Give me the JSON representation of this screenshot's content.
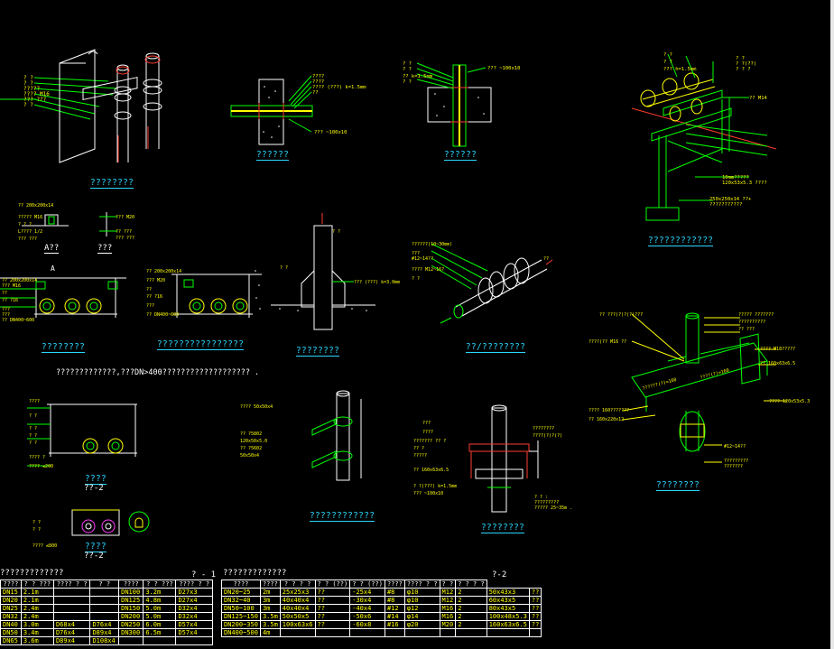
{
  "captions": {
    "top_left": "????????",
    "wall_penetration": "??????",
    "floor_penetration": "??????",
    "green_support": "????????????",
    "detail_a": "A??",
    "detail_b": "???",
    "support_row_1": "????????",
    "support_row_2": "????????????????",
    "vertical_pipe": "????????",
    "insulation": "??/????????",
    "base_support": "????????",
    "note_dn400": "?????????????,???DN>400??????????????????? .",
    "type_1": "????",
    "type_1_sub": "??-2",
    "bracket_vertical": "????????????",
    "frame_support": "????????",
    "type_2": "????",
    "type_2_sub": "??-2"
  },
  "table_left": {
    "title": "?????????????",
    "tag": "? - 1",
    "headers": [
      "????",
      "? ?\n???",
      "????\n? ?",
      "? ?",
      "????",
      "? ?\n???",
      "????\n? ?"
    ],
    "rows": [
      [
        "DN15",
        "2.1m",
        "",
        "",
        "DN100",
        "3.2m",
        "D27x3"
      ],
      [
        "DN20",
        "2.1m",
        "",
        "",
        "DN125",
        "4.8m",
        "D27x4"
      ],
      [
        "DN25",
        "2.4m",
        "",
        "",
        "DN150",
        "5.0m",
        "D32x4"
      ],
      [
        "DN32",
        "2.4m",
        "",
        "",
        "DN200",
        "5.0m",
        "D32x4"
      ],
      [
        "DN40",
        "3.0m",
        "D68x4",
        "D76x4",
        "DN250",
        "6.0m",
        "D57x4"
      ],
      [
        "DN50",
        "3.4m",
        "D76x4",
        "D89x4",
        "DN300",
        "6.5m",
        "D57x4"
      ],
      [
        "DN65",
        "3.6m",
        "D89x4",
        "D108x4",
        "",
        "",
        ""
      ]
    ]
  },
  "table_right": {
    "title": "?????????????",
    "tag": "?-2",
    "headers": [
      "????",
      "????",
      "? ? ? ?",
      "? ?\n(??)",
      "? ?\n(??)",
      "????",
      "????\n? ?",
      "? ?",
      "? ? ? ?"
    ],
    "rows": [
      [
        "DN20~25",
        "2m",
        "25x25x3",
        "??",
        "-25x4",
        "#8",
        "φ10",
        "M12",
        "2",
        "50x43x3",
        "??"
      ],
      [
        "DN32~40",
        "3m",
        "40x40x4",
        "??",
        "-30x4",
        "#8",
        "φ10",
        "M12",
        "2",
        "60x43x5",
        "??"
      ],
      [
        "DN50~100",
        "3m",
        "40x40x4",
        "??",
        "-40x4",
        "#12",
        "φ12",
        "M16",
        "2",
        "80x43x5",
        "??"
      ],
      [
        "DN125~150",
        "3.5m",
        "50x50x5",
        "??",
        "-50x6",
        "#14",
        "φ14",
        "M16",
        "2",
        "100x48x5.3",
        "??"
      ],
      [
        "DN200~350",
        "3.5m",
        "100x63x6",
        "??",
        "-60x8",
        "#16",
        "φ20",
        "M20",
        "2",
        "160x63x6.5",
        "??"
      ],
      [
        "DN400~500",
        "4m",
        "",
        "",
        "",
        "",
        "",
        "",
        "",
        "",
        ""
      ]
    ]
  },
  "colors": {
    "background": "#000000",
    "pipe": "#ffffff",
    "support": "#00ff00",
    "annotation": "#ffff00",
    "caption": "#2ad7ff",
    "flange": "#ff3b2f",
    "magenta": "#ff3cff"
  }
}
